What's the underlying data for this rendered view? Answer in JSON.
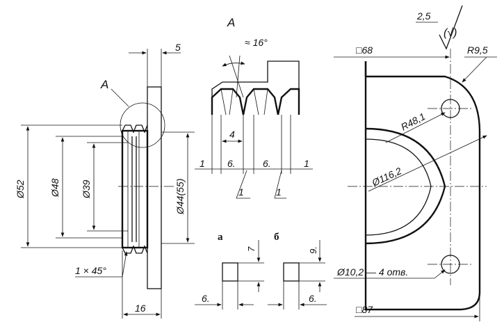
{
  "view_labels": {
    "main": "A",
    "detail": "A"
  },
  "section_labels": {
    "a": "а",
    "b": "б"
  },
  "left_view": {
    "dia_outer": "Ø52",
    "dia_mid": "Ø48",
    "dia_inner": "Ø39",
    "dia_right": "Ø44(55)",
    "thickness_top": "5",
    "chamfer": "1 × 45°",
    "width_bottom": "16"
  },
  "detail_view": {
    "angle": "≈ 16°",
    "pitch": "4",
    "seg_1a": "1",
    "seg_6a": "6.",
    "seg_6b": "6.",
    "seg_1b": "1",
    "leader_1a": "1",
    "leader_1b": "1"
  },
  "sections": {
    "a_height": "7",
    "a_width": "6.",
    "b_height": "9.",
    "b_width": "6."
  },
  "right_view": {
    "roughness": "2,5",
    "roughness_paren": "(√)",
    "square_top": "□68",
    "r_corner": "R9,5",
    "r_bolt": "R48,1",
    "dia_bore": "Ø116,2",
    "holes": "Ø10,2 — 4 отв.",
    "square_bottom": "□87"
  }
}
